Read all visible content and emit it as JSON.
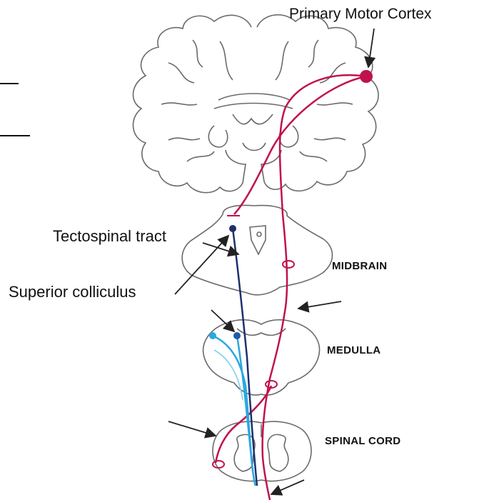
{
  "labels": {
    "primary_motor_cortex": "Primary Motor Cortex",
    "tectospinal_tract": "Tectospinal tract",
    "superior_colliculus": "Superior colliculus",
    "midbrain": "MIDBRAIN",
    "medulla": "MEDULLA",
    "spinal_cord": "SPINAL CORD"
  },
  "colors": {
    "corticospinal_tract": "#c0124d",
    "tectospinal_tract": "#1e2f6e",
    "vestibulospinal_tract": "#2aa8e0",
    "outline": "#6a6a6a",
    "arrow": "#222222"
  }
}
